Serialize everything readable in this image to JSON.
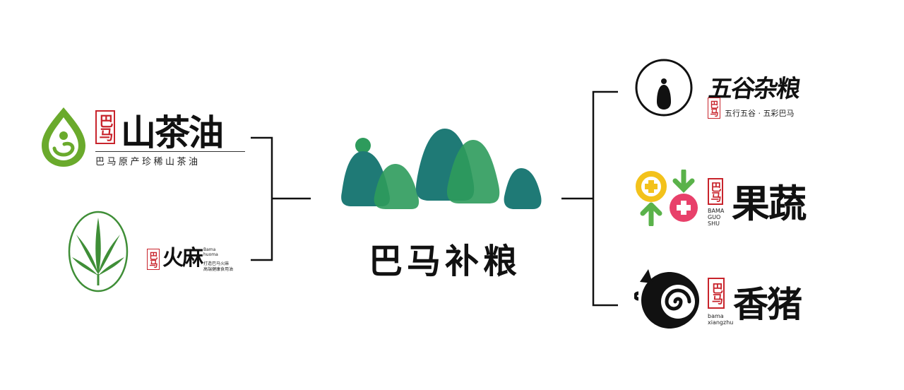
{
  "center": {
    "name": "巴马补粮",
    "colors": {
      "teal": "#1f7a76",
      "green": "#2e9b5c",
      "dark": "#0f5a4a"
    }
  },
  "left": [
    {
      "name": "山茶油",
      "seal": "巴马",
      "tagline": "巴马原产珍稀山茶油",
      "color": "#6aaa2c"
    },
    {
      "name": "火麻",
      "seal": "巴马",
      "pinyin": "Bama huoma",
      "tagline_1": "打造巴马火麻",
      "tagline_2": "高端健康食用油",
      "color": "#3f8e37"
    }
  ],
  "right": [
    {
      "name": "五谷杂粮",
      "seal": "巴马",
      "tagline": "五行五谷 · 五彩巴马"
    },
    {
      "name": "果蔬",
      "seal": "巴马",
      "pinyin_1": "BAMA",
      "pinyin_2": "GUO",
      "pinyin_3": "SHU",
      "colors": {
        "yellow": "#f3c21b",
        "pink": "#e8406a",
        "green": "#5ab24a"
      }
    },
    {
      "name": "香猪",
      "seal": "巴马",
      "pinyin_1": "bama",
      "pinyin_2": "xiangzhu"
    }
  ]
}
